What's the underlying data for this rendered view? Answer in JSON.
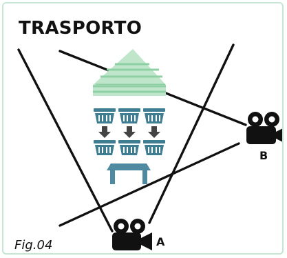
{
  "diagram": {
    "title": "TRASPORTO",
    "figure_label": "Fig.04",
    "cameras": [
      {
        "id": "camera-a",
        "label": "A"
      },
      {
        "id": "camera-b",
        "label": "B"
      }
    ],
    "colors": {
      "text": "#111111",
      "frame_border": "#c5e6d2",
      "pile_fill": "#bfe6cb",
      "pile_stripe": "#8ed0a3",
      "crate": "#3f7d92",
      "arrow": "#444444",
      "table": "#4f8aa0",
      "line": "#111111"
    }
  }
}
